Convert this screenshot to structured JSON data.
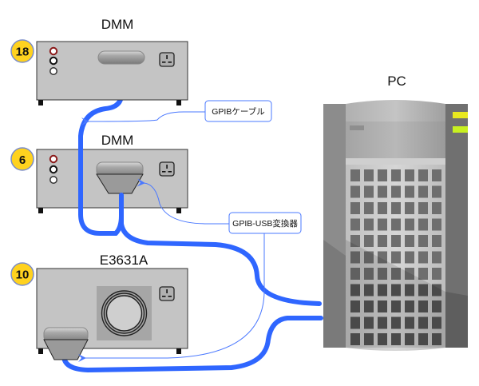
{
  "diagram": {
    "devices": [
      {
        "id": "dmm-top",
        "title": "DMM",
        "badge": "18",
        "type": "multimeter",
        "connector": "gpib-plug"
      },
      {
        "id": "dmm-mid",
        "title": "DMM",
        "badge": "6",
        "type": "multimeter",
        "connector": "gpib-usb-adapter"
      },
      {
        "id": "psu",
        "title": "E3631A",
        "badge": "10",
        "type": "power-supply",
        "connector": "gpib-usb-adapter"
      }
    ],
    "pc": {
      "title": "PC"
    },
    "callouts": {
      "gpib_cable": "GPIBケーブル",
      "gpib_usb": "GPIB-USB変換器"
    },
    "colors": {
      "cable": "#2f66ff",
      "callout_line": "#4a78ff",
      "badge_fill": "#ffd21f",
      "badge_border": "#7a8cc8",
      "device_body": "#c4c4c4",
      "pc_led_1": "#e8e820",
      "pc_led_2": "#c8f020"
    }
  }
}
